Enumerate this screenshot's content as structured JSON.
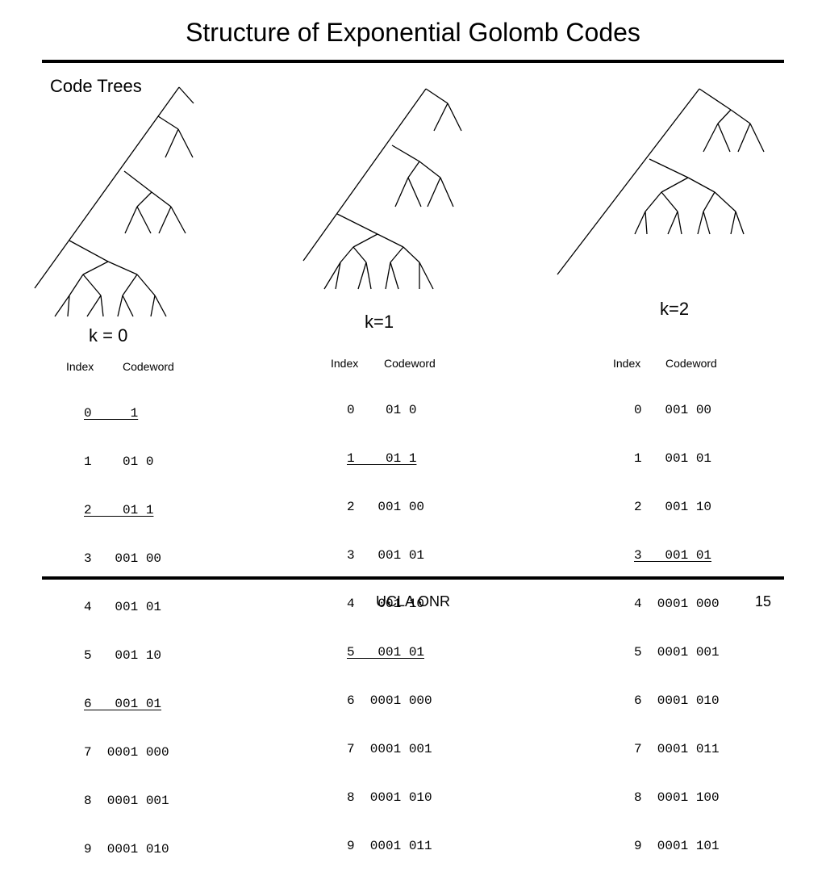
{
  "slide": {
    "title": "Structure of Exponential Golomb Codes",
    "subtitle": "Code Trees",
    "footer_center": "UCLA ONR",
    "page_number": "15"
  },
  "trees": [
    {
      "label": "k = 0"
    },
    {
      "label": "k=1"
    },
    {
      "label": "k=2"
    }
  ],
  "tables": [
    {
      "index_header": "Index",
      "codeword_header": "Codeword",
      "rows": [
        {
          "text": "0     1",
          "underline": true
        },
        {
          "text": "1    01 0",
          "underline": false
        },
        {
          "text": "2    01 1",
          "underline": true
        },
        {
          "text": "3   001 00",
          "underline": false
        },
        {
          "text": "4   001 01",
          "underline": false
        },
        {
          "text": "5   001 10",
          "underline": false
        },
        {
          "text": "6   001 01",
          "underline": true
        },
        {
          "text": "7  0001 000",
          "underline": false
        },
        {
          "text": "8  0001 001",
          "underline": false
        },
        {
          "text": "9  0001 010",
          "underline": false
        }
      ]
    },
    {
      "index_header": "Index",
      "codeword_header": "Codeword",
      "rows": [
        {
          "text": "0    01 0",
          "underline": false
        },
        {
          "text": "1    01 1",
          "underline": true
        },
        {
          "text": "2   001 00",
          "underline": false
        },
        {
          "text": "3   001 01",
          "underline": false
        },
        {
          "text": "4   001 10",
          "underline": false
        },
        {
          "text": "5   001 01",
          "underline": true
        },
        {
          "text": "6  0001 000",
          "underline": false
        },
        {
          "text": "7  0001 001",
          "underline": false
        },
        {
          "text": "8  0001 010",
          "underline": false
        },
        {
          "text": "9  0001 011",
          "underline": false
        }
      ]
    },
    {
      "index_header": "Index",
      "codeword_header": "Codeword",
      "rows": [
        {
          "text": "0   001 00",
          "underline": false
        },
        {
          "text": "1   001 01",
          "underline": false
        },
        {
          "text": "2   001 10",
          "underline": false
        },
        {
          "text": "3   001 01",
          "underline": true
        },
        {
          "text": "4  0001 000",
          "underline": false
        },
        {
          "text": "5  0001 001",
          "underline": false
        },
        {
          "text": "6  0001 010",
          "underline": false
        },
        {
          "text": "7  0001 011",
          "underline": false
        },
        {
          "text": "8  0001 100",
          "underline": false
        },
        {
          "text": "9  0001 101",
          "underline": false
        }
      ]
    }
  ]
}
